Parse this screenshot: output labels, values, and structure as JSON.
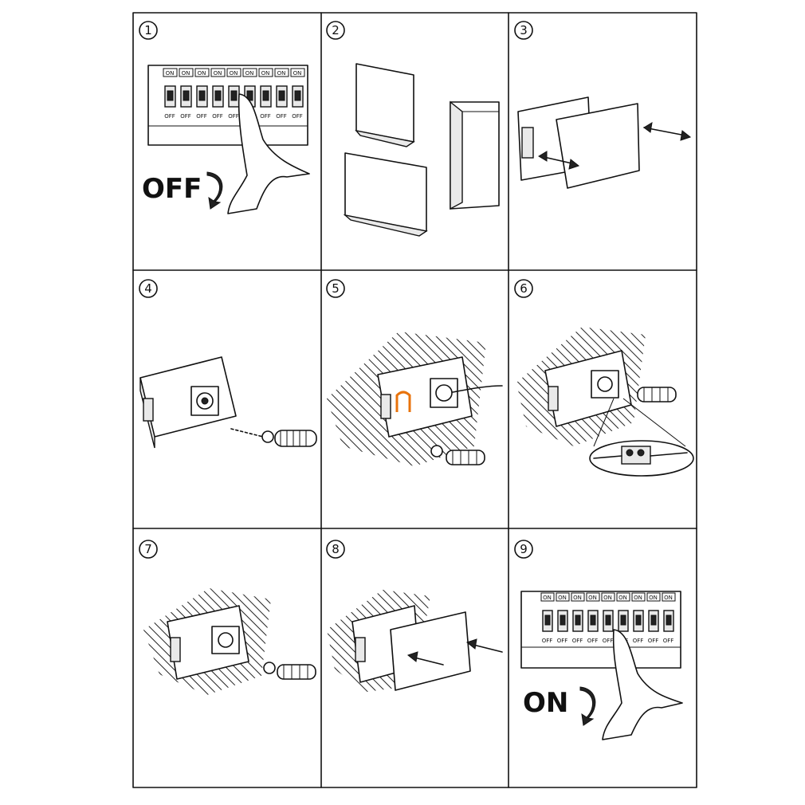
{
  "steps": [
    {
      "number": "1",
      "caption": "OFF"
    },
    {
      "number": "2",
      "caption": ""
    },
    {
      "number": "3",
      "caption": ""
    },
    {
      "number": "4",
      "caption": ""
    },
    {
      "number": "5",
      "caption": ""
    },
    {
      "number": "6",
      "caption": ""
    },
    {
      "number": "7",
      "caption": ""
    },
    {
      "number": "8",
      "caption": ""
    },
    {
      "number": "9",
      "caption": "ON"
    }
  ],
  "breaker": {
    "on_label": "ON",
    "off_label": "OFF"
  },
  "colors": {
    "line": "#111111",
    "accent": "#e8730c",
    "background": "#ffffff"
  }
}
